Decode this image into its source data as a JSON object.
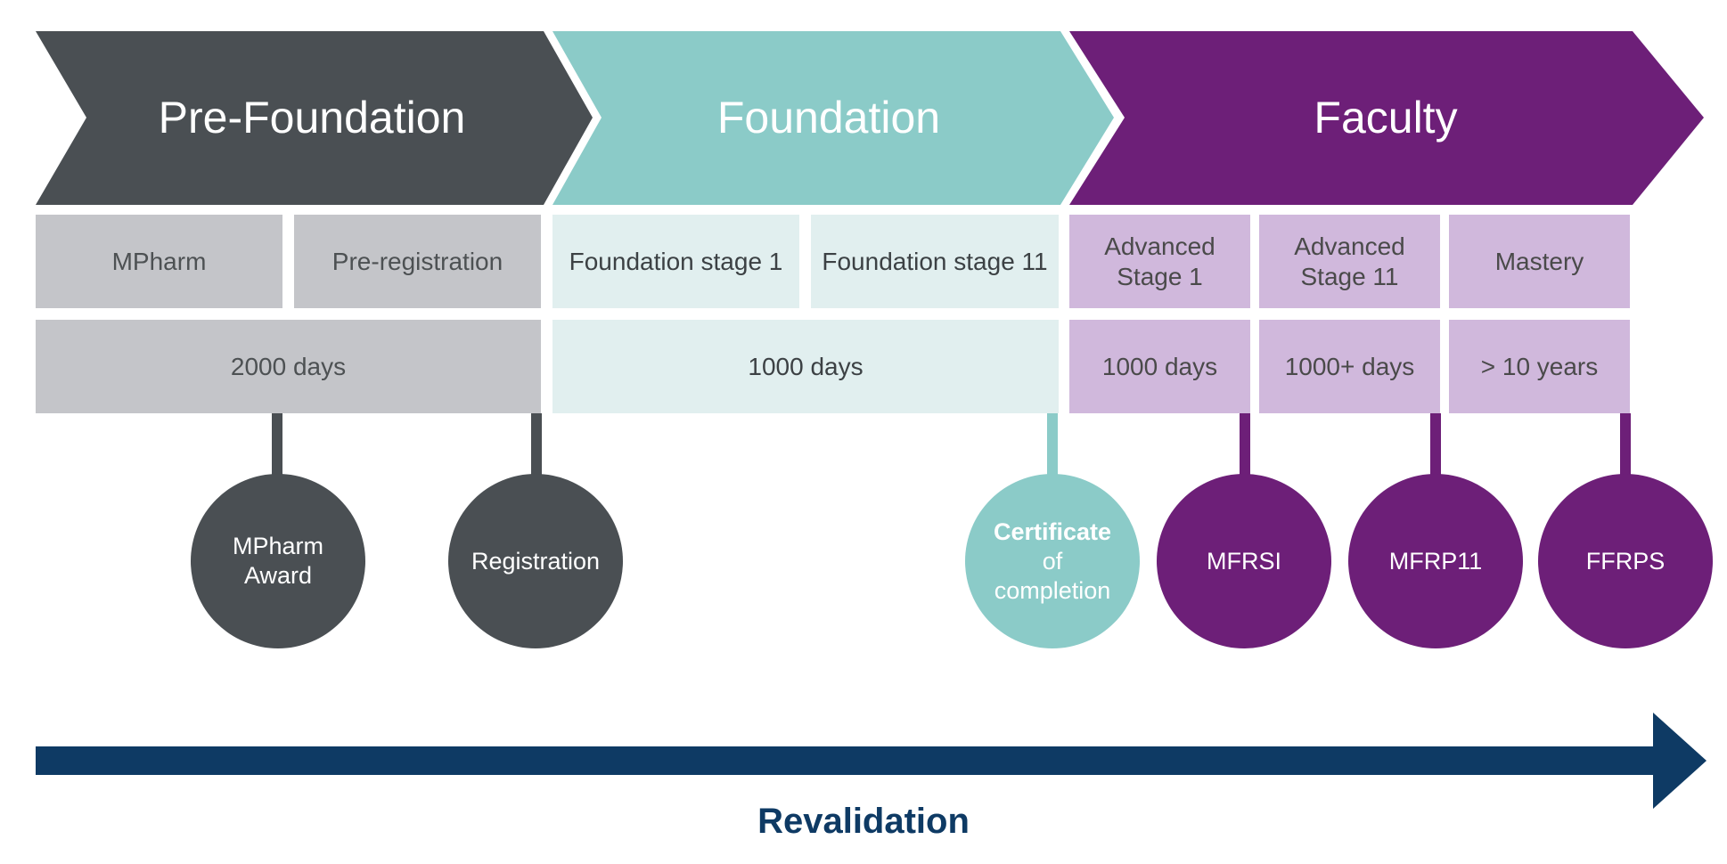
{
  "phases": [
    {
      "label": "Pre-Foundation",
      "color": "#4a4f53"
    },
    {
      "label": "Foundation",
      "color": "#8bcbc8"
    },
    {
      "label": "Faculty",
      "color": "#6d1f78"
    }
  ],
  "stages": {
    "mpharm": "MPharm",
    "pre_registration": "Pre-registration",
    "foundation_stage_1": "Foundation stage 1",
    "foundation_stage_11": "Foundation stage 11",
    "advanced_stage_1": [
      "Advanced",
      "Stage 1"
    ],
    "advanced_stage_11": [
      "Advanced",
      "Stage 11"
    ],
    "mastery": "Mastery"
  },
  "durations": {
    "pre_foundation": "2000 days",
    "foundation": "1000 days",
    "advanced_stage_1": "1000 days",
    "advanced_stage_11": "1000+ days",
    "mastery": "> 10 years"
  },
  "milestones": {
    "mpharm_award": [
      "MPharm",
      "Award"
    ],
    "registration": "Registration",
    "certificate": {
      "bold": "Certificate",
      "line2": "of",
      "line3": "completion"
    },
    "mfrsi": "MFRSI",
    "mfrp11": "MFRP11",
    "ffrps": "FFRPS"
  },
  "revalidation": {
    "label": "Revalidation",
    "color": "#0e3a64"
  }
}
